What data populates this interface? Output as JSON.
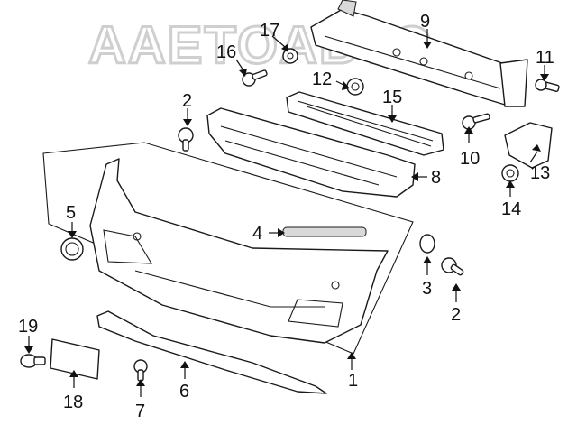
{
  "watermark": "AAETOABTO",
  "callouts": [
    {
      "id": "c1",
      "label": "1"
    },
    {
      "id": "c2a",
      "label": "2"
    },
    {
      "id": "c2b",
      "label": "2"
    },
    {
      "id": "c3",
      "label": "3"
    },
    {
      "id": "c4",
      "label": "4"
    },
    {
      "id": "c5",
      "label": "5"
    },
    {
      "id": "c6",
      "label": "6"
    },
    {
      "id": "c7",
      "label": "7"
    },
    {
      "id": "c8",
      "label": "8"
    },
    {
      "id": "c9",
      "label": "9"
    },
    {
      "id": "c10",
      "label": "10"
    },
    {
      "id": "c11",
      "label": "11"
    },
    {
      "id": "c12",
      "label": "12"
    },
    {
      "id": "c13",
      "label": "13"
    },
    {
      "id": "c14",
      "label": "14"
    },
    {
      "id": "c15",
      "label": "15"
    },
    {
      "id": "c16",
      "label": "16"
    },
    {
      "id": "c17",
      "label": "17"
    },
    {
      "id": "c18",
      "label": "18"
    },
    {
      "id": "c19",
      "label": "19"
    }
  ]
}
